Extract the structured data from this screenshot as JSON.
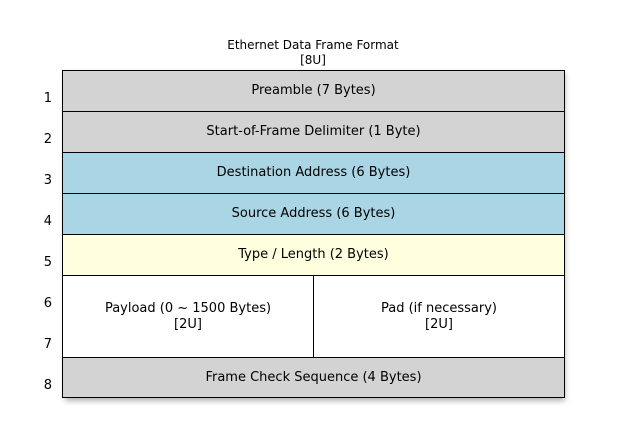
{
  "title": {
    "main": "Ethernet Data Frame Format",
    "sub": "[8U]"
  },
  "row_numbers": [
    "1",
    "2",
    "3",
    "4",
    "5",
    "6",
    "7",
    "8"
  ],
  "colors": {
    "gray": "#d3d3d3",
    "blue": "#a9d5e5",
    "yellow": "#ffffe0",
    "white": "#ffffff",
    "border": "#000000",
    "text": "#000000"
  },
  "rows": [
    {
      "number": "1",
      "label": "Preamble (7 Bytes)",
      "color": "#d3d3d3"
    },
    {
      "number": "2",
      "label": "Start-of-Frame Delimiter (1 Byte)",
      "color": "#d3d3d3"
    },
    {
      "number": "3",
      "label": "Destination Address (6 Bytes)",
      "color": "#a9d5e5"
    },
    {
      "number": "4",
      "label": "Source Address (6 Bytes)",
      "color": "#a9d5e5"
    },
    {
      "number": "5",
      "label": "Type / Length (2 Bytes)",
      "color": "#ffffe0"
    },
    {
      "number": "8",
      "label": "Frame Check Sequence (4 Bytes)",
      "color": "#d3d3d3"
    }
  ],
  "payload_cell": {
    "label": "Payload (0 ~ 1500 Bytes)",
    "note": "[2U]"
  },
  "pad_cell": {
    "label": "Pad (if necessary)",
    "note": "[2U]"
  }
}
